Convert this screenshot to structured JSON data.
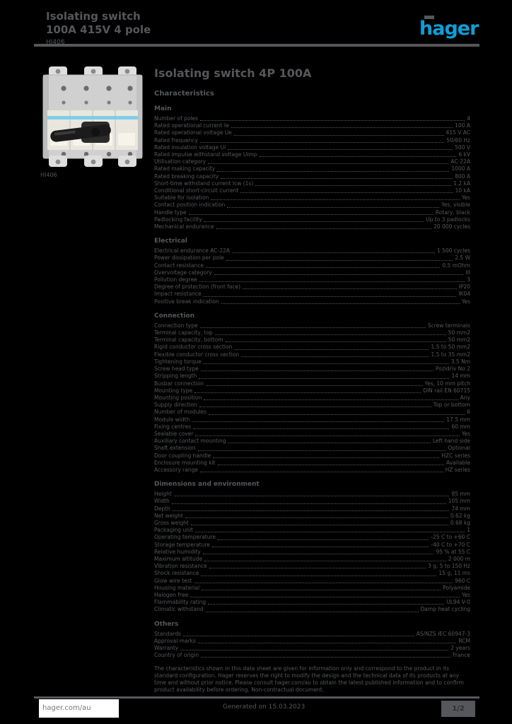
{
  "page": {
    "background_color": "#000000",
    "text_color": "#55575a",
    "accent_color": "#0d9fd8",
    "stripe_color": "#7fcde8"
  },
  "header": {
    "title_line1": "Isolating switch",
    "title_line2": "100A 415V 4 pole",
    "reference": "HI406",
    "logo_text": "hager"
  },
  "product": {
    "caption": "HI406"
  },
  "main": {
    "title": "Isolating switch 4P 100A",
    "subtitle": "Characteristics",
    "sections": [
      {
        "heading": "Main",
        "rows": [
          {
            "label": "Number of poles",
            "value": "4"
          },
          {
            "label": "Rated operational current Ie",
            "value": "100 A"
          },
          {
            "label": "Rated operational voltage Ue",
            "value": "415 V AC"
          },
          {
            "label": "Rated frequency",
            "value": "50/60 Hz"
          },
          {
            "label": "Rated insulation voltage Ui",
            "value": "500 V"
          },
          {
            "label": "Rated impulse withstand voltage Uimp",
            "value": "6 kV"
          },
          {
            "label": "Utilisation category",
            "value": "AC-22A"
          },
          {
            "label": "Rated making capacity",
            "value": "1000 A"
          },
          {
            "label": "Rated breaking capacity",
            "value": "800 A"
          },
          {
            "label": "Short-time withstand current Icw (1s)",
            "value": "1.2 kA"
          },
          {
            "label": "Conditional short-circuit current",
            "value": "10 kA"
          },
          {
            "label": "Suitable for isolation",
            "value": "Yes"
          },
          {
            "label": "Contact position indication",
            "value": "Yes, visible"
          },
          {
            "label": "Handle type",
            "value": "Rotary, black"
          },
          {
            "label": "Padlocking facility",
            "value": "Up to 3 padlocks"
          },
          {
            "label": "Mechanical endurance",
            "value": "20 000 cycles"
          }
        ]
      },
      {
        "heading": "Electrical",
        "rows": [
          {
            "label": "Electrical endurance AC-22A",
            "value": "1 500 cycles"
          },
          {
            "label": "Power dissipation per pole",
            "value": "2.5 W"
          },
          {
            "label": "Contact resistance",
            "value": "0.5 mOhm"
          },
          {
            "label": "Overvoltage category",
            "value": "III"
          },
          {
            "label": "Pollution degree",
            "value": "3"
          },
          {
            "label": "Degree of protection (front face)",
            "value": "IP20"
          },
          {
            "label": "Impact resistance",
            "value": "IK04"
          },
          {
            "label": "Positive break indication",
            "value": "Yes"
          }
        ]
      },
      {
        "heading": "Connection",
        "rows": [
          {
            "label": "Connection type",
            "value": "Screw terminals"
          },
          {
            "label": "Terminal capacity, top",
            "value": "50 mm2"
          },
          {
            "label": "Terminal capacity, bottom",
            "value": "50 mm2"
          },
          {
            "label": "Rigid conductor cross section",
            "value": "1.5 to 50 mm2"
          },
          {
            "label": "Flexible conductor cross section",
            "value": "1.5 to 35 mm2"
          },
          {
            "label": "Tightening torque",
            "value": "3.5 Nm"
          },
          {
            "label": "Screw head type",
            "value": "Pozidriv No 2"
          },
          {
            "label": "Stripping length",
            "value": "14 mm"
          },
          {
            "label": "Busbar connection",
            "value": "Yes, 10 mm pitch"
          },
          {
            "label": "Mounting type",
            "value": "DIN rail EN 60715"
          },
          {
            "label": "Mounting position",
            "value": "Any"
          },
          {
            "label": "Supply direction",
            "value": "Top or bottom"
          },
          {
            "label": "Number of modules",
            "value": "6"
          },
          {
            "label": "Module width",
            "value": "17.5 mm"
          },
          {
            "label": "Fixing centres",
            "value": "60 mm"
          },
          {
            "label": "Sealable cover",
            "value": "Yes"
          },
          {
            "label": "Auxiliary contact mounting",
            "value": "Left hand side"
          },
          {
            "label": "Shaft extension",
            "value": "Optional"
          },
          {
            "label": "Door coupling handle",
            "value": "HZC series"
          },
          {
            "label": "Enclosure mounting kit",
            "value": "Available"
          },
          {
            "label": "Accessory range",
            "value": "HZ series"
          }
        ]
      },
      {
        "heading": "Dimensions and environment",
        "rows": [
          {
            "label": "Height",
            "value": "85 mm"
          },
          {
            "label": "Width",
            "value": "105 mm"
          },
          {
            "label": "Depth",
            "value": "74 mm"
          },
          {
            "label": "Net weight",
            "value": "0.62 kg"
          },
          {
            "label": "Gross weight",
            "value": "0.68 kg"
          },
          {
            "label": "Packaging unit",
            "value": "1"
          },
          {
            "label": "Operating temperature",
            "value": "-25 C to +60 C"
          },
          {
            "label": "Storage temperature",
            "value": "-40 C to +70 C"
          },
          {
            "label": "Relative humidity",
            "value": "95 % at 55 C"
          },
          {
            "label": "Maximum altitude",
            "value": "2 000 m"
          },
          {
            "label": "Vibration resistance",
            "value": "3 g, 5 to 150 Hz"
          },
          {
            "label": "Shock resistance",
            "value": "15 g, 11 ms"
          },
          {
            "label": "Glow wire test",
            "value": "960 C"
          },
          {
            "label": "Housing material",
            "value": "Polyamide"
          },
          {
            "label": "Halogen free",
            "value": "Yes"
          },
          {
            "label": "Flammability rating",
            "value": "UL94 V-0"
          },
          {
            "label": "Climatic withstand",
            "value": "Damp heat cycling"
          }
        ]
      },
      {
        "heading": "Others",
        "rows": [
          {
            "label": "Standards",
            "value": "AS/NZS IEC 60947-3"
          },
          {
            "label": "Approval marks",
            "value": "RCM"
          },
          {
            "label": "Warranty",
            "value": "2 years"
          },
          {
            "label": "Country of origin",
            "value": "France"
          }
        ]
      }
    ],
    "note": "The characteristics shown in this data sheet are given for information only and correspond to the product in its standard configuration. Hager reserves the right to modify the design and the technical data of its products at any time and without prior notice. Please consult hager.com/au to obtain the latest published information and to confirm product availability before ordering. Non-contractual document."
  },
  "footer": {
    "site": "hager.com/au",
    "center_text": "Generated on 15.03.2023",
    "page_badge": "1/2"
  }
}
